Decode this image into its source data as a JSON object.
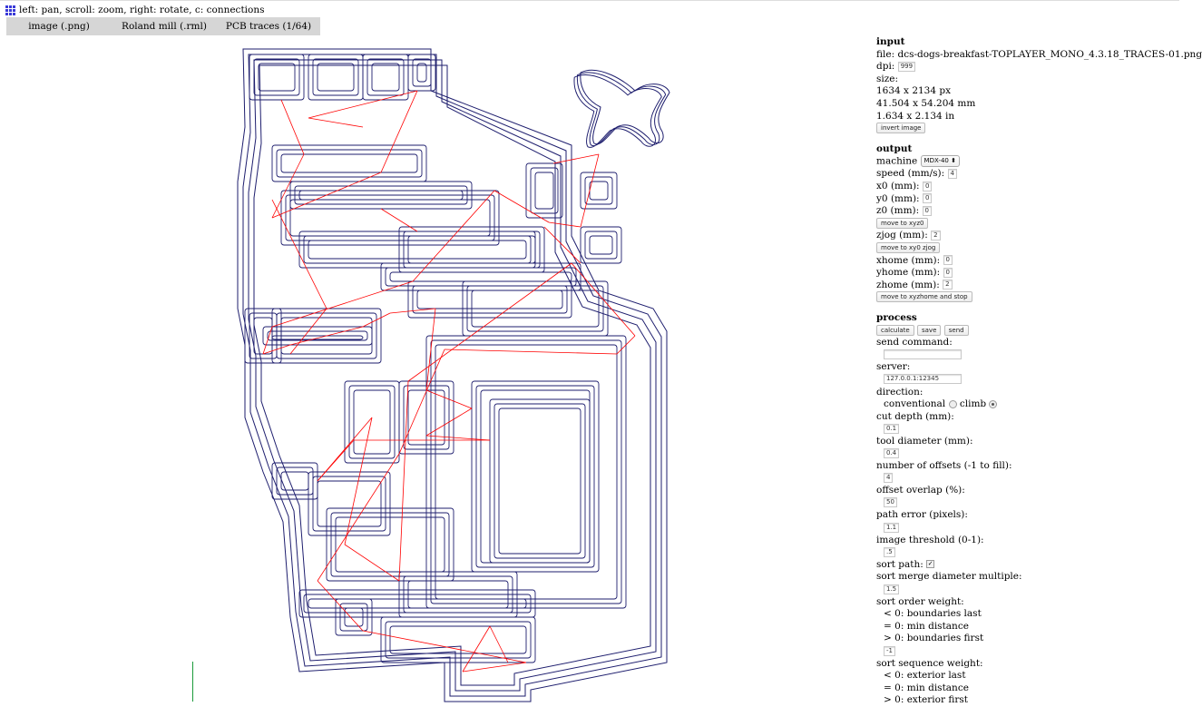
{
  "hint": "left: pan, scroll: zoom, right: rotate, c: connections",
  "tabs": [
    "image (.png)",
    "Roland mill (.rml)",
    "PCB traces (1/64)"
  ],
  "colors": {
    "trace": "#1e1e6e",
    "connection": "#ff0000",
    "tab_bg": "#d6d6d6"
  },
  "input": {
    "heading": "input",
    "file_label": "file:",
    "file_value": "dcs-dogs-breakfast-TOPLAYER_MONO_4.3.18_TRACES-01.png",
    "dpi_label": "dpi:",
    "dpi_value": "999",
    "size_label": "size:",
    "size_px": "1634 x 2134 px",
    "size_mm": "41.504 x 54.204 mm",
    "size_in": "1.634 x 2.134 in",
    "invert_button": "invert image"
  },
  "output": {
    "heading": "output",
    "machine_label": "machine",
    "machine_value": "MDX-40",
    "speed_label": "speed (mm/s):",
    "speed_value": "4",
    "x0_label": "x0 (mm):",
    "x0_value": "0",
    "y0_label": "y0 (mm):",
    "y0_value": "0",
    "z0_label": "z0 (mm):",
    "z0_value": "0",
    "move_xyz0_button": "move to xyz0",
    "zjog_label": "zjog (mm):",
    "zjog_value": "2",
    "move_xy0_button": "move to xy0 zjog",
    "xhome_label": "xhome (mm):",
    "xhome_value": "0",
    "yhome_label": "yhome (mm):",
    "yhome_value": "0",
    "zhome_label": "zhome (mm):",
    "zhome_value": "2",
    "move_home_button": "move to xyzhome and stop"
  },
  "process": {
    "heading": "process",
    "calculate_button": "calculate",
    "save_button": "save",
    "send_button": "send",
    "send_command_label": "send command:",
    "send_command_value": "",
    "server_label": "server:",
    "server_value": "127.0.0.1:12345",
    "direction_label": "direction:",
    "conventional_label": "conventional",
    "climb_label": "climb",
    "cut_depth_label": "cut depth (mm):",
    "cut_depth_value": "0.1",
    "tool_diameter_label": "tool diameter (mm):",
    "tool_diameter_value": "0.4",
    "offsets_label": "number of offsets (-1 to fill):",
    "offsets_value": "4",
    "overlap_label": "offset overlap (%):",
    "overlap_value": "50",
    "path_error_label": "path error (pixels):",
    "path_error_value": "1.1",
    "threshold_label": "image threshold (0-1):",
    "threshold_value": ".5",
    "sort_path_label": "sort path:",
    "merge_label": "sort merge diameter multiple:",
    "merge_value": "1.5",
    "order_weight_label": "sort order weight:",
    "order_lt": "< 0: boundaries last",
    "order_eq": "= 0: min distance",
    "order_gt": "> 0: boundaries first",
    "order_value": "-1",
    "seq_weight_label": "sort sequence weight:",
    "seq_lt": "< 0: exterior last",
    "seq_eq": "= 0: min distance",
    "seq_gt": "> 0: exterior first"
  }
}
